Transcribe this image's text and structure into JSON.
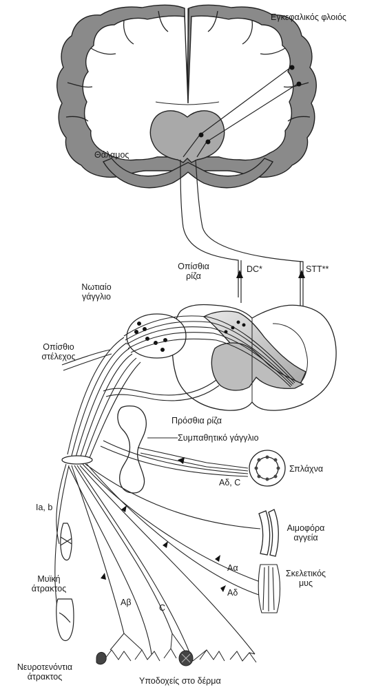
{
  "labels": {
    "cerebral_cortex": "Εγκεφαλικός φλοιός",
    "thalamus": "Θάλαμος",
    "dorsal_root_line1": "Οπίσθια",
    "dorsal_root_line2": "ρίζα",
    "dc": "DC*",
    "stt": "STT**",
    "dorsal_root_ganglion_line1": "Νωτιαίο",
    "dorsal_root_ganglion_line2": "γάγγλιο",
    "dorsal_ramus_line1": "Οπίσθιο",
    "dorsal_ramus_line2": "στέλεχος",
    "ventral_root": "Πρόσθια ρίζα",
    "sympathetic_ganglion": "Συμπαθητικό γάγγλιο",
    "adelta_c_visceral": "Αδ, C",
    "viscera": "Σπλάχνα",
    "ia_b": "Ia, b",
    "blood_vessels_line1": "Αιμοφόρα",
    "blood_vessels_line2": "αγγεία",
    "muscle_spindle_line1": "Μυϊκή",
    "muscle_spindle_line2": "άτρακτος",
    "aalpha": "Αα",
    "adelta_muscle": "Αδ",
    "skeletal_muscle_line1": "Σκελετικός",
    "skeletal_muscle_line2": "μυς",
    "abeta": "Αβ",
    "c_fiber": "C",
    "neurotendinous_spindle_line1": "Νευροτενόντια",
    "neurotendinous_spindle_line2": "άτρακτος",
    "skin_receptors": "Υποδοχείς στο δέρμα"
  }
}
